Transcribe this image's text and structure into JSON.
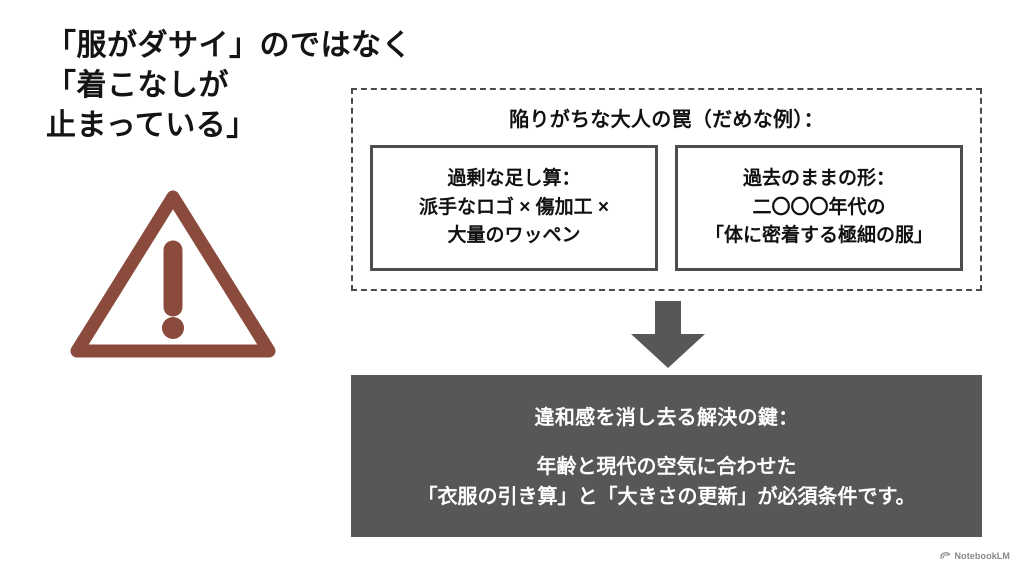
{
  "slide": {
    "background_color": "#ffffff",
    "headline": {
      "lines": [
        "「服がダサイ」のではなく",
        "「着こなしが",
        "止まっている」"
      ]
    },
    "warning_icon": {
      "name": "warning-triangle-exclamation-icon",
      "color": "#8a4a3c"
    },
    "trap_panel": {
      "title": "陥りがちな大人の罠（だめな例）：",
      "border_color": "#4a4a4a",
      "cards": [
        {
          "lines": [
            "過剰な足し算：",
            "派手なロゴ × 傷加工 ×",
            "大量のワッペン"
          ]
        },
        {
          "lines": [
            "過去のままの形：",
            "二〇〇〇年代の",
            "「体に密着する極細の服」"
          ]
        }
      ]
    },
    "arrow": {
      "name": "arrow-down-icon",
      "color": "#575757"
    },
    "solution_panel": {
      "background_color": "#575757",
      "title": "違和感を消し去る解決の鍵：",
      "body_lines": [
        "年齢と現代の空気に合わせた",
        "「衣服の引き算」と「大きさの更新」が必須条件です。"
      ]
    },
    "watermark": {
      "icon": "notebooklm-logo-icon",
      "label": "NotebookLM"
    }
  }
}
